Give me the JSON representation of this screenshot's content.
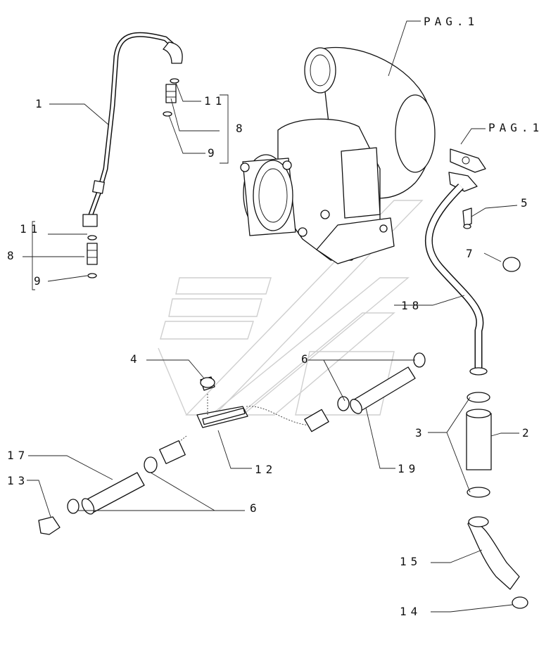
{
  "labels": {
    "pag_top": "PAG.1",
    "pag_right": "PAG.1",
    "n1": "1",
    "n11_top": "11",
    "n8_top": "8",
    "n9_top": "9",
    "n11_left": "11",
    "n8_left": "8",
    "n9_left": "9",
    "n5": "5",
    "n7": "7",
    "n18": "18",
    "n4": "4",
    "n6_mid": "6",
    "n3": "3",
    "n2": "2",
    "n17": "17",
    "n13": "13",
    "n12": "12",
    "n19": "19",
    "n6_bottom": "6",
    "n15": "15",
    "n14": "14"
  }
}
